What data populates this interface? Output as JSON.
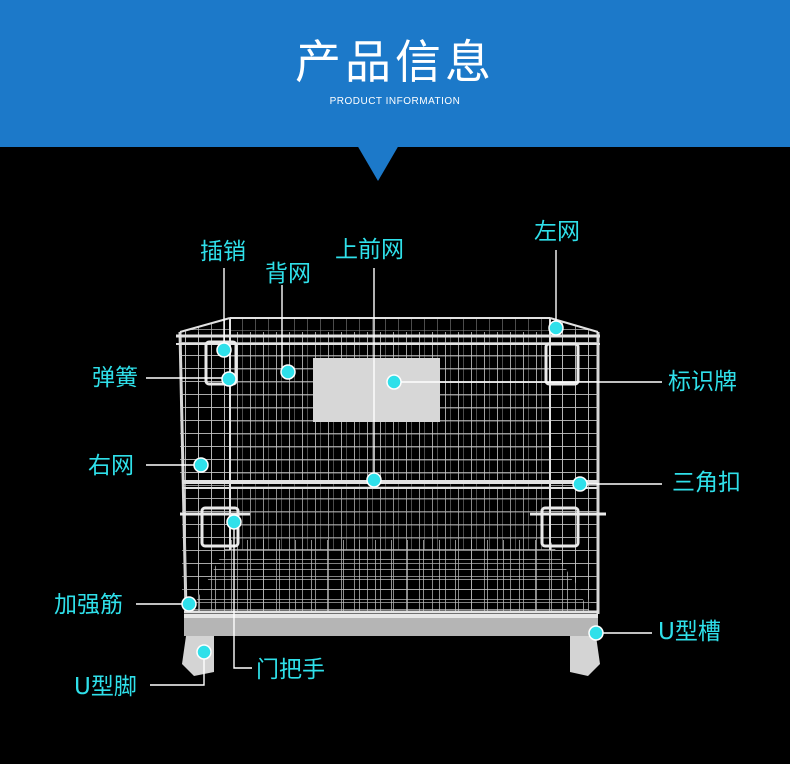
{
  "header": {
    "title": "产品信息",
    "subtitle": "PRODUCT INFORMATION"
  },
  "labels": {
    "chaxiao": "插销",
    "beiwang": "背网",
    "shangqianwang": "上前网",
    "zuowang": "左网",
    "tanhuang": "弹簧",
    "biaoshipai": "标识牌",
    "youwang": "右网",
    "sanjiaokou": "三角扣",
    "jiaqiangjin": "加强筋",
    "ucao": "U型槽",
    "ujiao": "U型脚",
    "menbashou": "门把手"
  },
  "colors": {
    "header_bg": "#1c79c9",
    "background": "#000000",
    "label": "#2fe0ea",
    "wire": "#c8c8c8",
    "plate": "#d7d7d7"
  }
}
